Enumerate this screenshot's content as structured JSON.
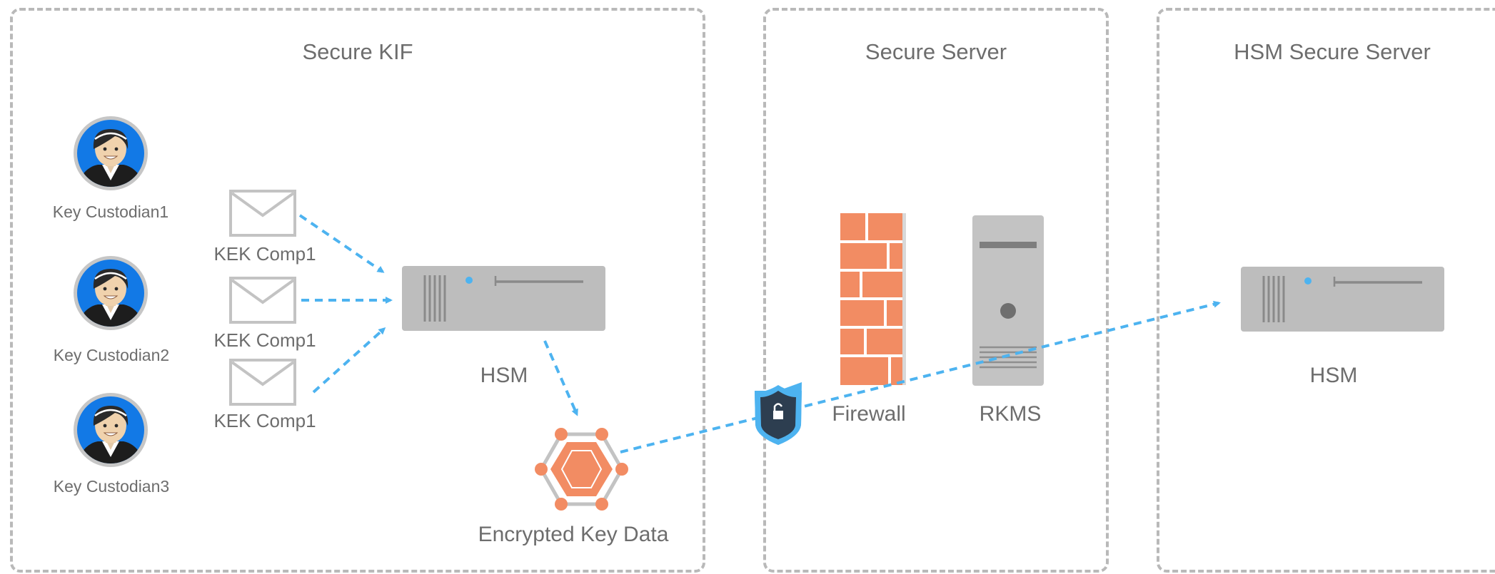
{
  "zones": {
    "secure_kif": "Secure KIF",
    "secure_server": "Secure Server",
    "hsm_secure_server": "HSM Secure Server"
  },
  "custodians": [
    {
      "label": "Key Custodian1"
    },
    {
      "label": "Key Custodian2"
    },
    {
      "label": "Key Custodian3"
    }
  ],
  "envelopes": [
    {
      "label": "KEK Comp1"
    },
    {
      "label": "KEK Comp1"
    },
    {
      "label": "KEK Comp1"
    }
  ],
  "hsm_left": {
    "label": "HSM"
  },
  "encrypted_key": {
    "label": "Encrypted Key Data"
  },
  "firewall": {
    "label": "Firewall"
  },
  "rkms": {
    "label": "RKMS"
  },
  "hsm_right": {
    "label": "HSM"
  },
  "colors": {
    "arrow": "#4db3f0",
    "dashed_border": "#b9b9b9",
    "device_gray": "#bdbdbd",
    "brick": "#f28c63",
    "avatar_blue": "#1279e6",
    "shield_dark": "#2d3e50",
    "label_gray": "#6d6d6d"
  },
  "icons": [
    "person-avatar-icon",
    "envelope-icon",
    "server-icon",
    "hexagon-key-icon",
    "firewall-icon",
    "tower-server-icon",
    "shield-lock-icon"
  ]
}
